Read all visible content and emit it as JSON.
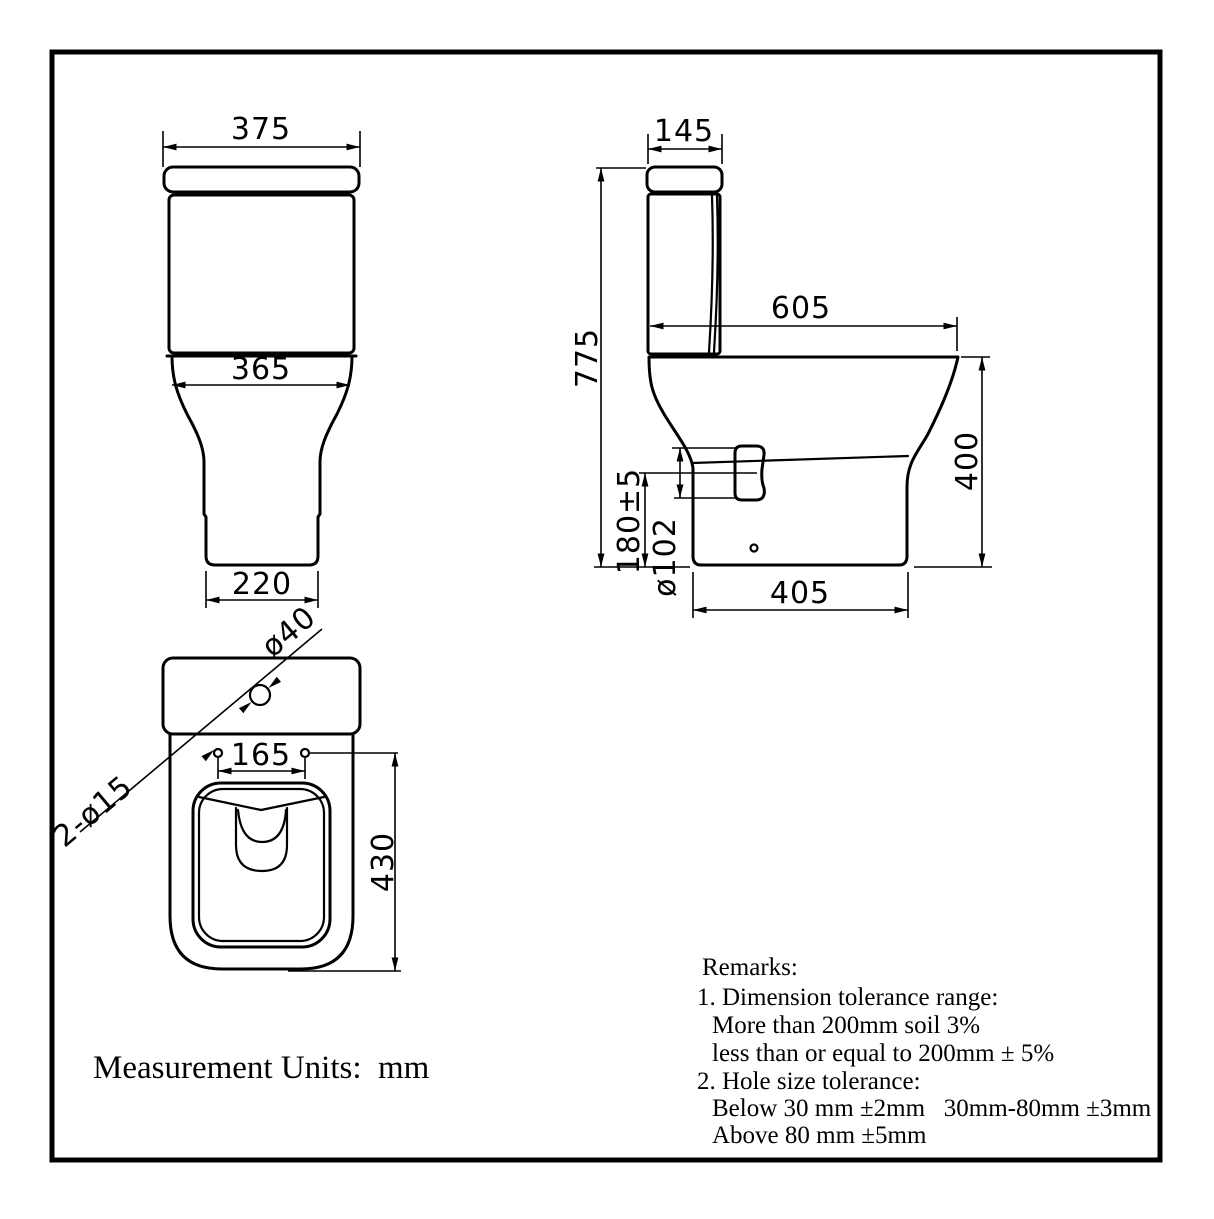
{
  "dims": {
    "front_width": "375",
    "front_bowl_width": "365",
    "front_base_width": "220",
    "plan_lid_hole": "ø40",
    "plan_seat_holes": "2-ø15",
    "plan_hole_spacing": "165",
    "plan_depth": "430",
    "side_tank_depth": "145",
    "side_height": "775",
    "side_depth": "605",
    "side_outlet_height": "180±5",
    "side_outlet_dia": "ø102",
    "side_base_depth": "405",
    "side_bowl_height": "400"
  },
  "units": {
    "label": "Measurement Units:",
    "value": "mm"
  },
  "remarks": {
    "title": "Remarks:",
    "lines": [
      "1. Dimension tolerance range:",
      "More than 200mm soil 3%",
      "less than or equal to 200mm ± 5%",
      "2. Hole size tolerance:",
      "Below 30 mm ±2mm   30mm-80mm ±3mm",
      "Above 80 mm ±5mm"
    ]
  },
  "colors": {
    "line": "#000000",
    "background": "#ffffff"
  }
}
